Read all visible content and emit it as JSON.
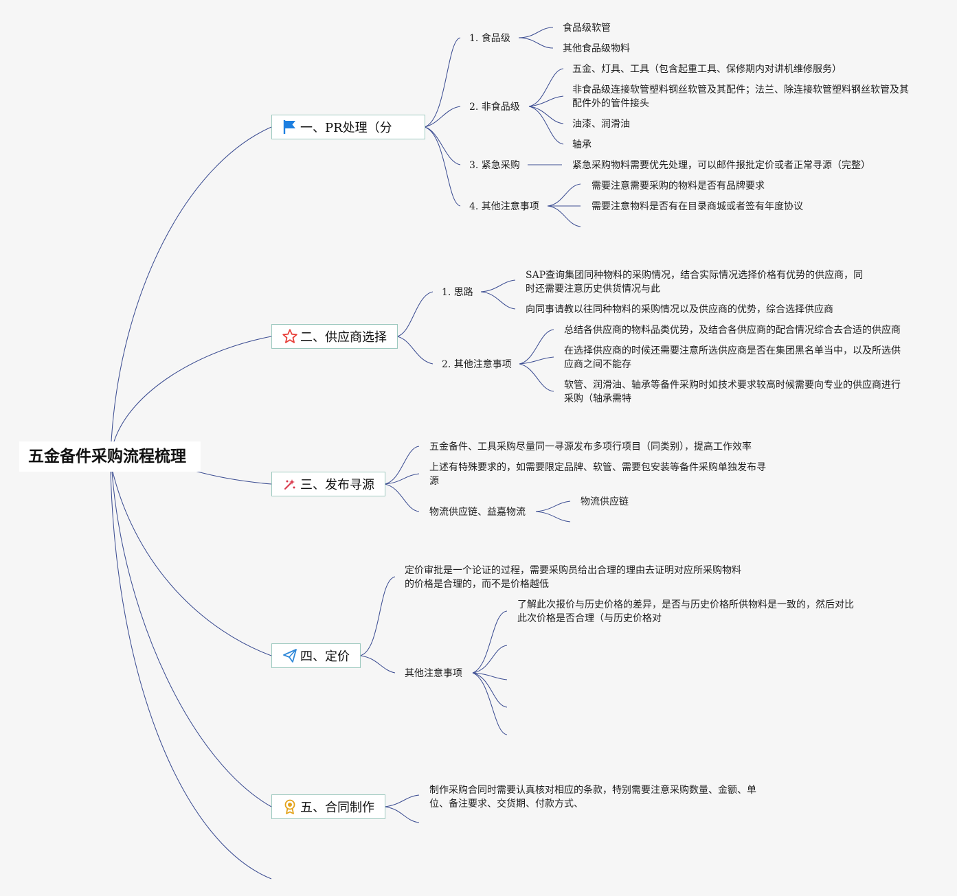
{
  "root": {
    "title": "五金备件采购流程梳理"
  },
  "branches": [
    {
      "label": "一、PR处理（分",
      "icon": "flag-icon",
      "color": "#1d7fe0",
      "topics": [
        {
          "label": "1. 食品级",
          "items": [
            "食品级软管",
            "其他食品级物料"
          ]
        },
        {
          "label": "2. 非食品级",
          "items": [
            "五金、灯具、工具（包含起重工具、保修期内对讲机维修服务）",
            "非食品级连接软管塑料钢丝软管及其配件；法兰、除连接软管塑料钢丝软管及其配件外的管件接头",
            "油漆、润滑油",
            "轴承"
          ]
        },
        {
          "label": "3. 紧急采购",
          "items": [
            "紧急采购物料需要优先处理，可以邮件报批定价或者正常寻源（完整）"
          ]
        },
        {
          "label": "4. 其他注意事项",
          "items": [
            "需要注意需要采购的物料是否有品牌要求",
            "需要注意物料是否有在目录商城或者签有年度协议"
          ]
        }
      ]
    },
    {
      "label": "二、供应商选择",
      "icon": "star-icon",
      "color": "#e8403a",
      "topics": [
        {
          "label": "1. 思路",
          "items": [
            "SAP查询集团同种物料的采购情况，结合实际情况选择价格有优势的供应商，同时还需要注意历史供货情况与此",
            "向同事请教以往同种物料的采购情况以及供应商的优势，综合选择供应商"
          ]
        },
        {
          "label": "2. 其他注意事项",
          "items": [
            "总结各供应商的物料品类优势，及结合各供应商的配合情况综合去合适的供应商",
            "在选择供应商的时候还需要注意所选供应商是否在集团黑名单当中，以及所选供应商之间不能存",
            "软管、润滑油、轴承等备件采购时如技术要求较高时候需要向专业的供应商进行采购（轴承需特"
          ]
        }
      ]
    },
    {
      "label": "三、发布寻源",
      "icon": "sparkle-icon",
      "color": "#d9364a",
      "topics": [
        {
          "label": "五金备件、工具采购尽量同一寻源发布多项行项目（同类别），提高工作效率"
        },
        {
          "label": "上述有特殊要求的，如需要限定品牌、软管、需要包安装等备件采购单独发布寻源"
        },
        {
          "label": "物流供应链、益嘉物流",
          "items": [
            "物流供应链"
          ]
        }
      ]
    },
    {
      "label": "四、定价",
      "icon": "paper-plane-icon",
      "color": "#2f88d8",
      "topics": [
        {
          "label": "定价审批是一个论证的过程，需要采购员给出合理的理由去证明对应所采购物料的价格是合理的，而不是价格越低"
        },
        {
          "label": "其他注意事项",
          "items": [
            "了解此次报价与历史价格的差异，是否与历史价格所供物料是一致的，然后对比此次价格是否合理（与历史价格对"
          ]
        }
      ]
    },
    {
      "label": "五、合同制作",
      "icon": "award-medal-icon",
      "color": "#e3a21a",
      "topics": [
        {
          "label": "制作采购合同时需要认真核对相应的条款，特别需要注意采购数量、金额、单位、备注要求、交货期、付款方式、"
        }
      ]
    }
  ]
}
